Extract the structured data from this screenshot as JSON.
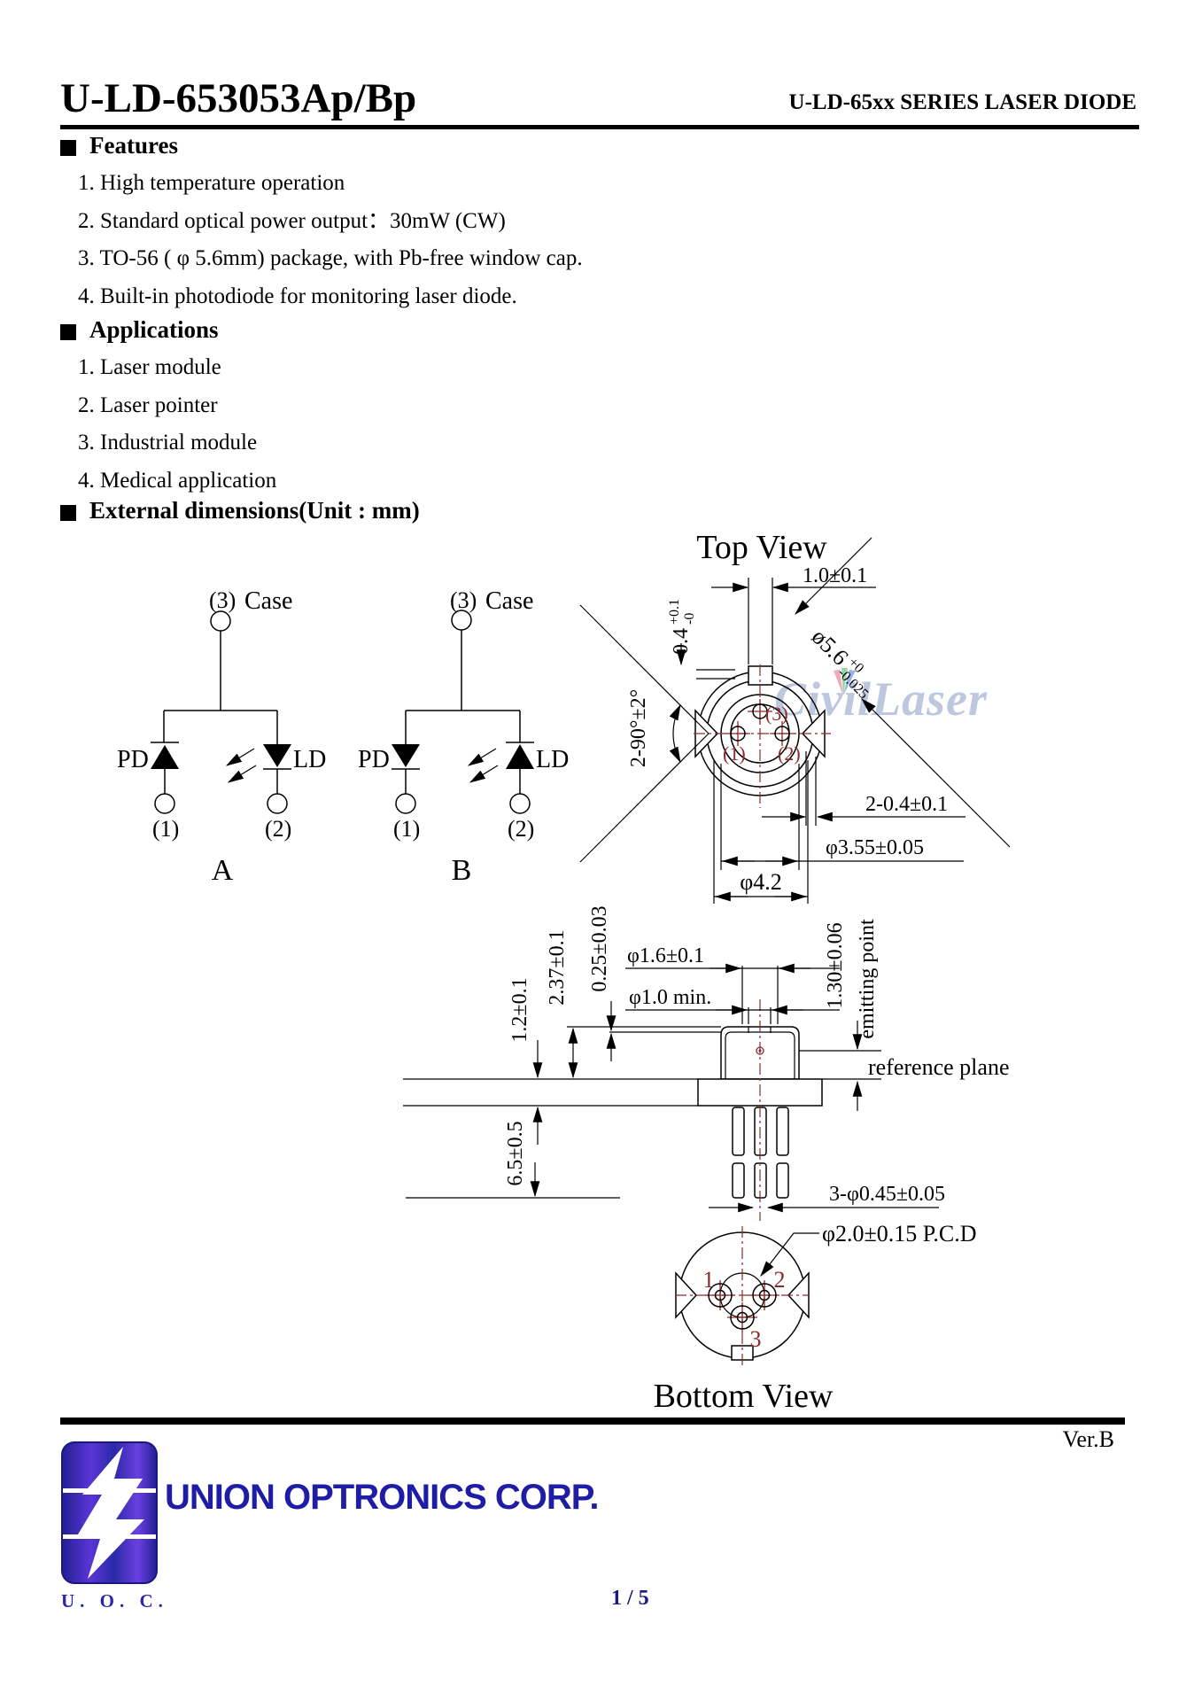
{
  "header": {
    "model": "U-LD-653053Ap/Bp",
    "series": "U-LD-65xx SERIES LASER DIODE"
  },
  "sections": {
    "features": {
      "label": "Features",
      "items": [
        "1. High temperature operation",
        "2. Standard optical power output：30mW (CW)",
        "3. TO-56 ( φ 5.6mm) package, with Pb-free window cap.",
        "4. Built-in photodiode for monitoring laser diode."
      ]
    },
    "applications": {
      "label": "Applications",
      "items": [
        "1. Laser module",
        "2. Laser pointer",
        "3. Industrial module",
        "4. Medical application"
      ]
    },
    "dimensions": {
      "label": "External dimensions(Unit : mm)"
    }
  },
  "circuits": {
    "case_label": "Case",
    "pin1": "(1)",
    "pin2": "(2)",
    "pin3": "(3)",
    "pd": "PD",
    "ld": "LD",
    "type_a": "A",
    "type_b": "B"
  },
  "top_view": {
    "title": "Top View",
    "tab_width": "1.0±0.1",
    "tab_depth": {
      "value": "0.4",
      "tol_plus": "+0.1",
      "tol_minus": "-0"
    },
    "body_dia": {
      "value": "ø5.6",
      "tol_plus": "+0",
      "tol_minus": "-0.025"
    },
    "notch_angle": "2-90°±2°",
    "notch_depth": "2-0.4±0.1",
    "cap_dia": "φ3.55±0.05",
    "flat_width": "φ4.2",
    "pin1": "(1)",
    "pin2": "(2)",
    "pin3": "(3)"
  },
  "side_view": {
    "flange_thickness": "1.2±0.1",
    "cap_height": "2.37±0.1",
    "window_thickness": "0.25±0.03",
    "window_dia": "φ1.6±0.1",
    "aperture_dia": "φ1.0 min.",
    "lead_length": "6.5±0.5",
    "emit_height": "1.30±0.06",
    "emit_label": "emitting point",
    "reference_label": "reference plane",
    "lead_dia": "3-φ0.45±0.05"
  },
  "bottom_view": {
    "title": "Bottom View",
    "pcd": "φ2.0±0.15 P.C.D",
    "pin1": "1",
    "pin2": "2",
    "pin3": "3"
  },
  "watermark": {
    "text": "CivilLaser"
  },
  "footer": {
    "version": "Ver.B",
    "company": "UNION OPTRONICS CORP.",
    "abbreviation": "U. O. C.",
    "page": "1 / 5"
  },
  "colors": {
    "centerline_red": "#8b2a2a",
    "watermark_blue": "#b6c2da",
    "logo_blue": "#1f1da5",
    "page_navy": "#1b1b7e"
  }
}
